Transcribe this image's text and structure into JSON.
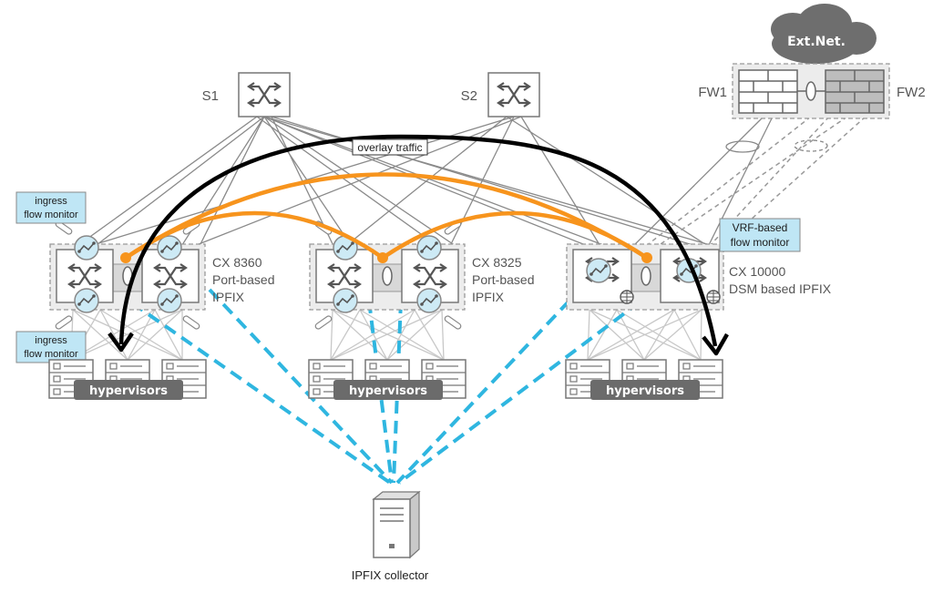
{
  "colors": {
    "uplink": "#8a8a8a",
    "downlink": "#c8c8c8",
    "orange": "#f7941d",
    "black": "#000000",
    "ipfix": "#2fb6e0",
    "monitor_fill": "#cdeaf5",
    "cloud": "#6e6e6e"
  },
  "icons": {
    "spine": "switch-crossed-arrows-icon",
    "flow_monitor": "flow-monitor-icon",
    "firewall": "brick-wall-icon",
    "server": "server-tower-icon",
    "cloud": "cloud-icon",
    "dsm": "dsm-globe-icon"
  },
  "spines": {
    "s1": "S1",
    "s2": "S2"
  },
  "firewalls": {
    "fw1": "FW1",
    "fw2": "FW2",
    "cloud": "Ext.Net."
  },
  "overlay_label": "overlay traffic",
  "callouts": {
    "ingress_top": [
      "ingress",
      "flow monitor"
    ],
    "ingress_bottom": [
      "ingress",
      "flow monitor"
    ],
    "vrf": [
      "VRF-based",
      "flow monitor"
    ]
  },
  "pairs": {
    "left": [
      "CX 8360",
      "Port-based",
      "IPFIX"
    ],
    "middle": [
      "CX 8325",
      "Port-based",
      "IPFIX"
    ],
    "right": [
      "CX 10000",
      "DSM based IPFIX"
    ]
  },
  "hypervisors": {
    "left": "hypervisors",
    "middle": "hypervisors",
    "right": "hypervisors"
  },
  "collector": "IPFIX collector"
}
